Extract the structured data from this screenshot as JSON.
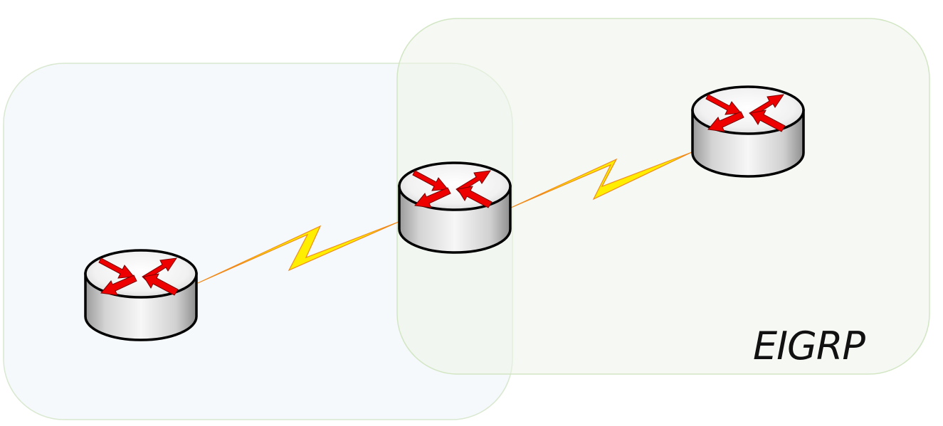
{
  "diagram": {
    "zones": [
      {
        "id": "left-area",
        "label": "",
        "fill": "#eef4f8",
        "stroke": "#d9e8d0"
      },
      {
        "id": "eigrp-area",
        "label": "EIGRP",
        "fill": "#eef4e8",
        "stroke": "#d2e6c4"
      }
    ],
    "routers": [
      {
        "id": "router-left",
        "icon": "router-icon"
      },
      {
        "id": "router-center",
        "icon": "router-icon"
      },
      {
        "id": "router-right",
        "icon": "router-icon"
      }
    ],
    "links": [
      {
        "from": "router-left",
        "to": "router-center",
        "type": "serial",
        "icon": "lightning-icon"
      },
      {
        "from": "router-center",
        "to": "router-right",
        "type": "serial",
        "icon": "lightning-icon"
      }
    ],
    "colors": {
      "arrow": "#ee0000",
      "serial_link": "#ffee00",
      "serial_link_edge": "#f08a1a",
      "router_body_light": "#f4f4f4",
      "router_body_dark": "#9a9a9a"
    }
  }
}
